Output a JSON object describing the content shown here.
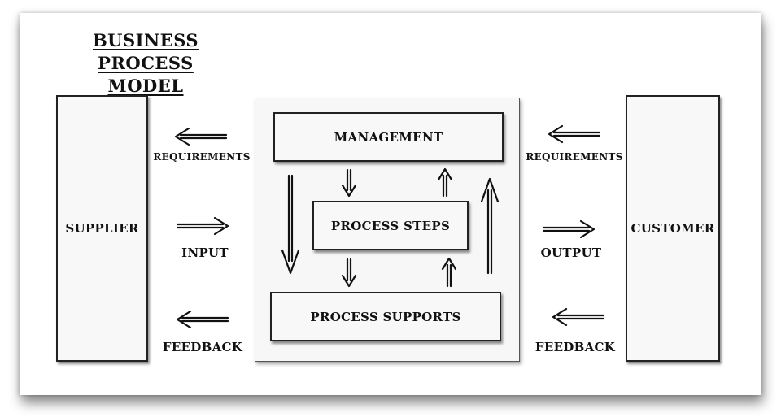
{
  "title": {
    "line1": "BUSINESS PROCESS",
    "line2": "MODEL"
  },
  "boxes": {
    "supplier": "SUPPLIER",
    "customer": "CUSTOMER",
    "management": "MANAGEMENT",
    "process_steps": "PROCESS STEPS",
    "process_supports": "PROCESS SUPPORTS"
  },
  "left_labels": {
    "requirements": "REQUIREMENTS",
    "input": "INPUT",
    "feedback": "FEEDBACK"
  },
  "right_labels": {
    "requirements": "REQUIREMENTS",
    "output": "OUTPUT",
    "feedback": "FEEDBACK"
  }
}
